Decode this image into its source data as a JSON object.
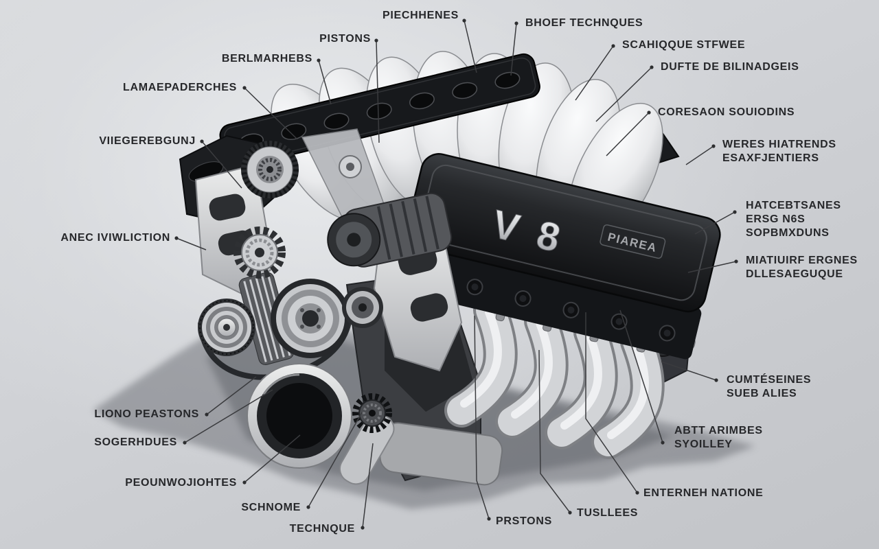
{
  "scene": {
    "subject": "V8 engine technical cutaway illustration with callout labels",
    "style": "grayscale line-art render on light gray gradient background",
    "colors": {
      "background": "#d3d5d9",
      "label_text": "#26272a",
      "leader_line": "#3a3b3e",
      "engine_black": "#17191c",
      "engine_silver": "#d8dadd",
      "shadow": "#64676d"
    }
  },
  "engine": {
    "badge_v8": "V 8",
    "badge_brand": "PIAREA"
  },
  "labels": [
    {
      "id": "lamaepaderches",
      "lines": [
        "LAMAEPADERCHES"
      ]
    },
    {
      "id": "berlmarhebs",
      "lines": [
        "BERLMARHEBS"
      ]
    },
    {
      "id": "pistons-top",
      "lines": [
        "PISTONS"
      ]
    },
    {
      "id": "piechhenes",
      "lines": [
        "PIECHHENES"
      ]
    },
    {
      "id": "viiegerebgunj",
      "lines": [
        "VIIEGEREBGUNJ"
      ]
    },
    {
      "id": "anec-iviwliction",
      "lines": [
        "ANEC IVIWLICTION"
      ]
    },
    {
      "id": "bhoef-technques",
      "lines": [
        "BHOEF TECHNQUES"
      ]
    },
    {
      "id": "scahiqque-stfwee",
      "lines": [
        "SCAHIQQUE STFWEE"
      ]
    },
    {
      "id": "dufte-de-bilinadgeis",
      "lines": [
        "DUFTE DE BILINADGEIS"
      ]
    },
    {
      "id": "coresaon-souiodins",
      "lines": [
        "CORESAON SOUIODINS"
      ]
    },
    {
      "id": "weres-hiatrends",
      "lines": [
        "WERES HIATRENDS",
        "ESAXFJENTIERS"
      ]
    },
    {
      "id": "hatcebtsanes",
      "lines": [
        "HATCEBTSANES",
        "ERSG N6S",
        "SOPBMXDUNS"
      ]
    },
    {
      "id": "miatiuirf-ergnes",
      "lines": [
        "MIATIUIRF ERGNES",
        "DLLESAEGUQUE"
      ]
    },
    {
      "id": "cumteseines",
      "lines": [
        "CUMTÉSEINES",
        "SUEB ALIES"
      ]
    },
    {
      "id": "abtt-arimbes",
      "lines": [
        "ABTT ARIMBES",
        "SYOILLEY"
      ]
    },
    {
      "id": "enterneh-natione",
      "lines": [
        "ENTERNEH NATIONE"
      ]
    },
    {
      "id": "tusllees",
      "lines": [
        "TUSLLEES"
      ]
    },
    {
      "id": "prstons",
      "lines": [
        "PRSTONS"
      ]
    },
    {
      "id": "liono-peastons",
      "lines": [
        "LIONO PEASTONS"
      ]
    },
    {
      "id": "sogerhdues",
      "lines": [
        "SOGERHDUES"
      ]
    },
    {
      "id": "peounwojiohtes",
      "lines": [
        "PEOUNWOJIOHTES"
      ]
    },
    {
      "id": "schnome",
      "lines": [
        "SCHNOME"
      ]
    },
    {
      "id": "technque",
      "lines": [
        "TECHNQUE"
      ]
    }
  ]
}
